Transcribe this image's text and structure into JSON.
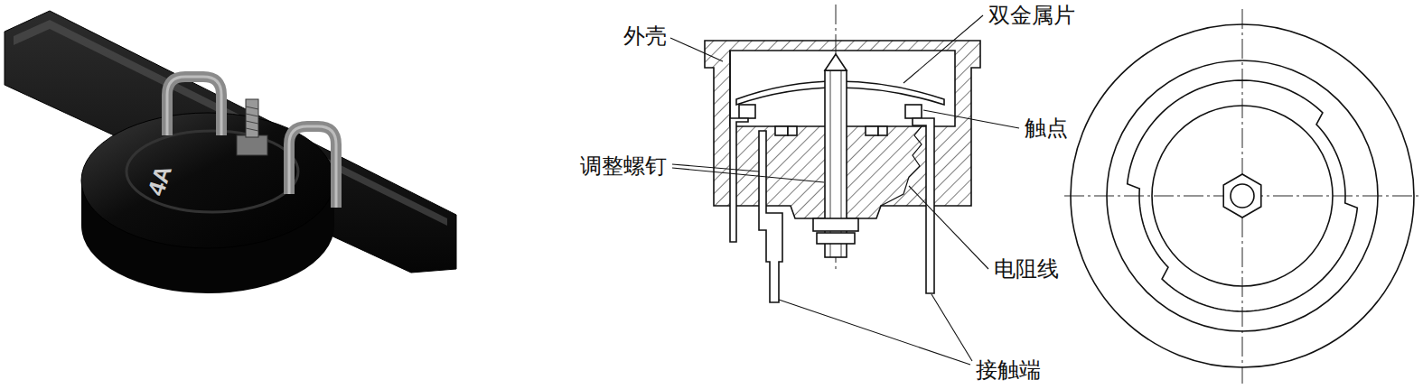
{
  "diagram": {
    "labels": [
      "外壳",
      "双金属片",
      "触点",
      "调整螺钉",
      "电阻线",
      "接触端",
      "4A"
    ]
  }
}
